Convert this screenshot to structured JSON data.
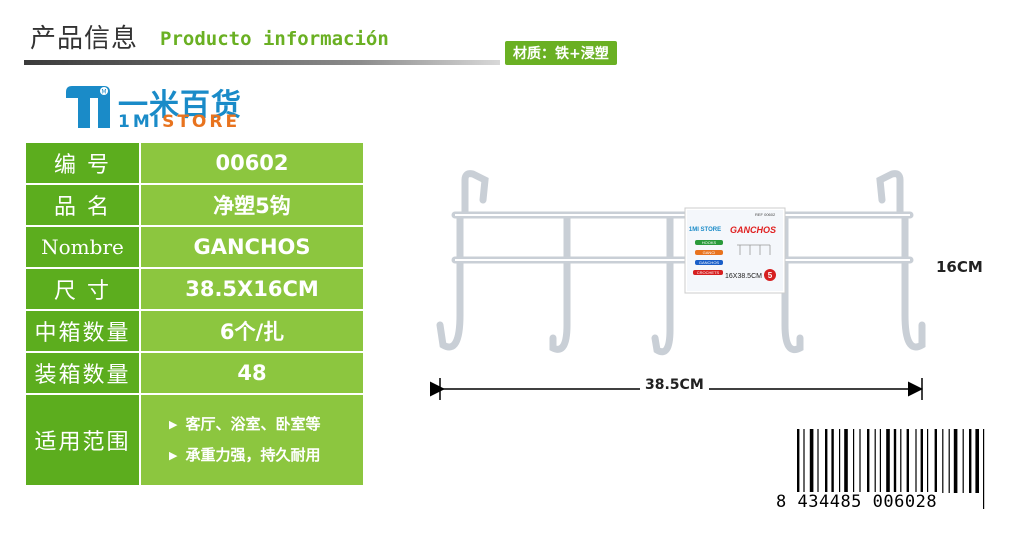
{
  "header": {
    "title_cn": "产品信息",
    "title_es": "Producto información",
    "material": "材质：铁+浸塑"
  },
  "logo": {
    "cn": "一米百货",
    "en_prefix": "1MI",
    "en_suffix": "STORE",
    "mark_letter": "M"
  },
  "specs": {
    "code_label": "编 号",
    "code": "00602",
    "name_label": "品 名",
    "name_cn": "净塑5钩",
    "nombre_label": "Nombre",
    "nombre": "GANCHOS",
    "size_label": "尺 寸",
    "size": "38.5X16CM",
    "inner_label": "中箱数量",
    "inner": "6个/扎",
    "outer_label": "装箱数量",
    "outer": "48",
    "use_label": "适用范围",
    "uses": [
      "客厅、浴室、卧室等",
      "承重力强，持久耐用"
    ]
  },
  "product_card": {
    "brand": "1MI STORE",
    "title": "GANCHOS",
    "ref": "REF 00602",
    "tags": [
      "HOOKS",
      "GANCI",
      "GANCHOS",
      "CROCHETS"
    ],
    "size": "16X38.5CM",
    "count": "5"
  },
  "dimensions": {
    "height": "16CM",
    "width": "38.5CM"
  },
  "barcode": {
    "first": "8",
    "group1": "434485",
    "group2": "006028"
  },
  "colors": {
    "green_dark": "#5cad1e",
    "green_light": "#8cc63f",
    "brand_blue": "#1a8bc8",
    "brand_orange": "#e8731e"
  }
}
